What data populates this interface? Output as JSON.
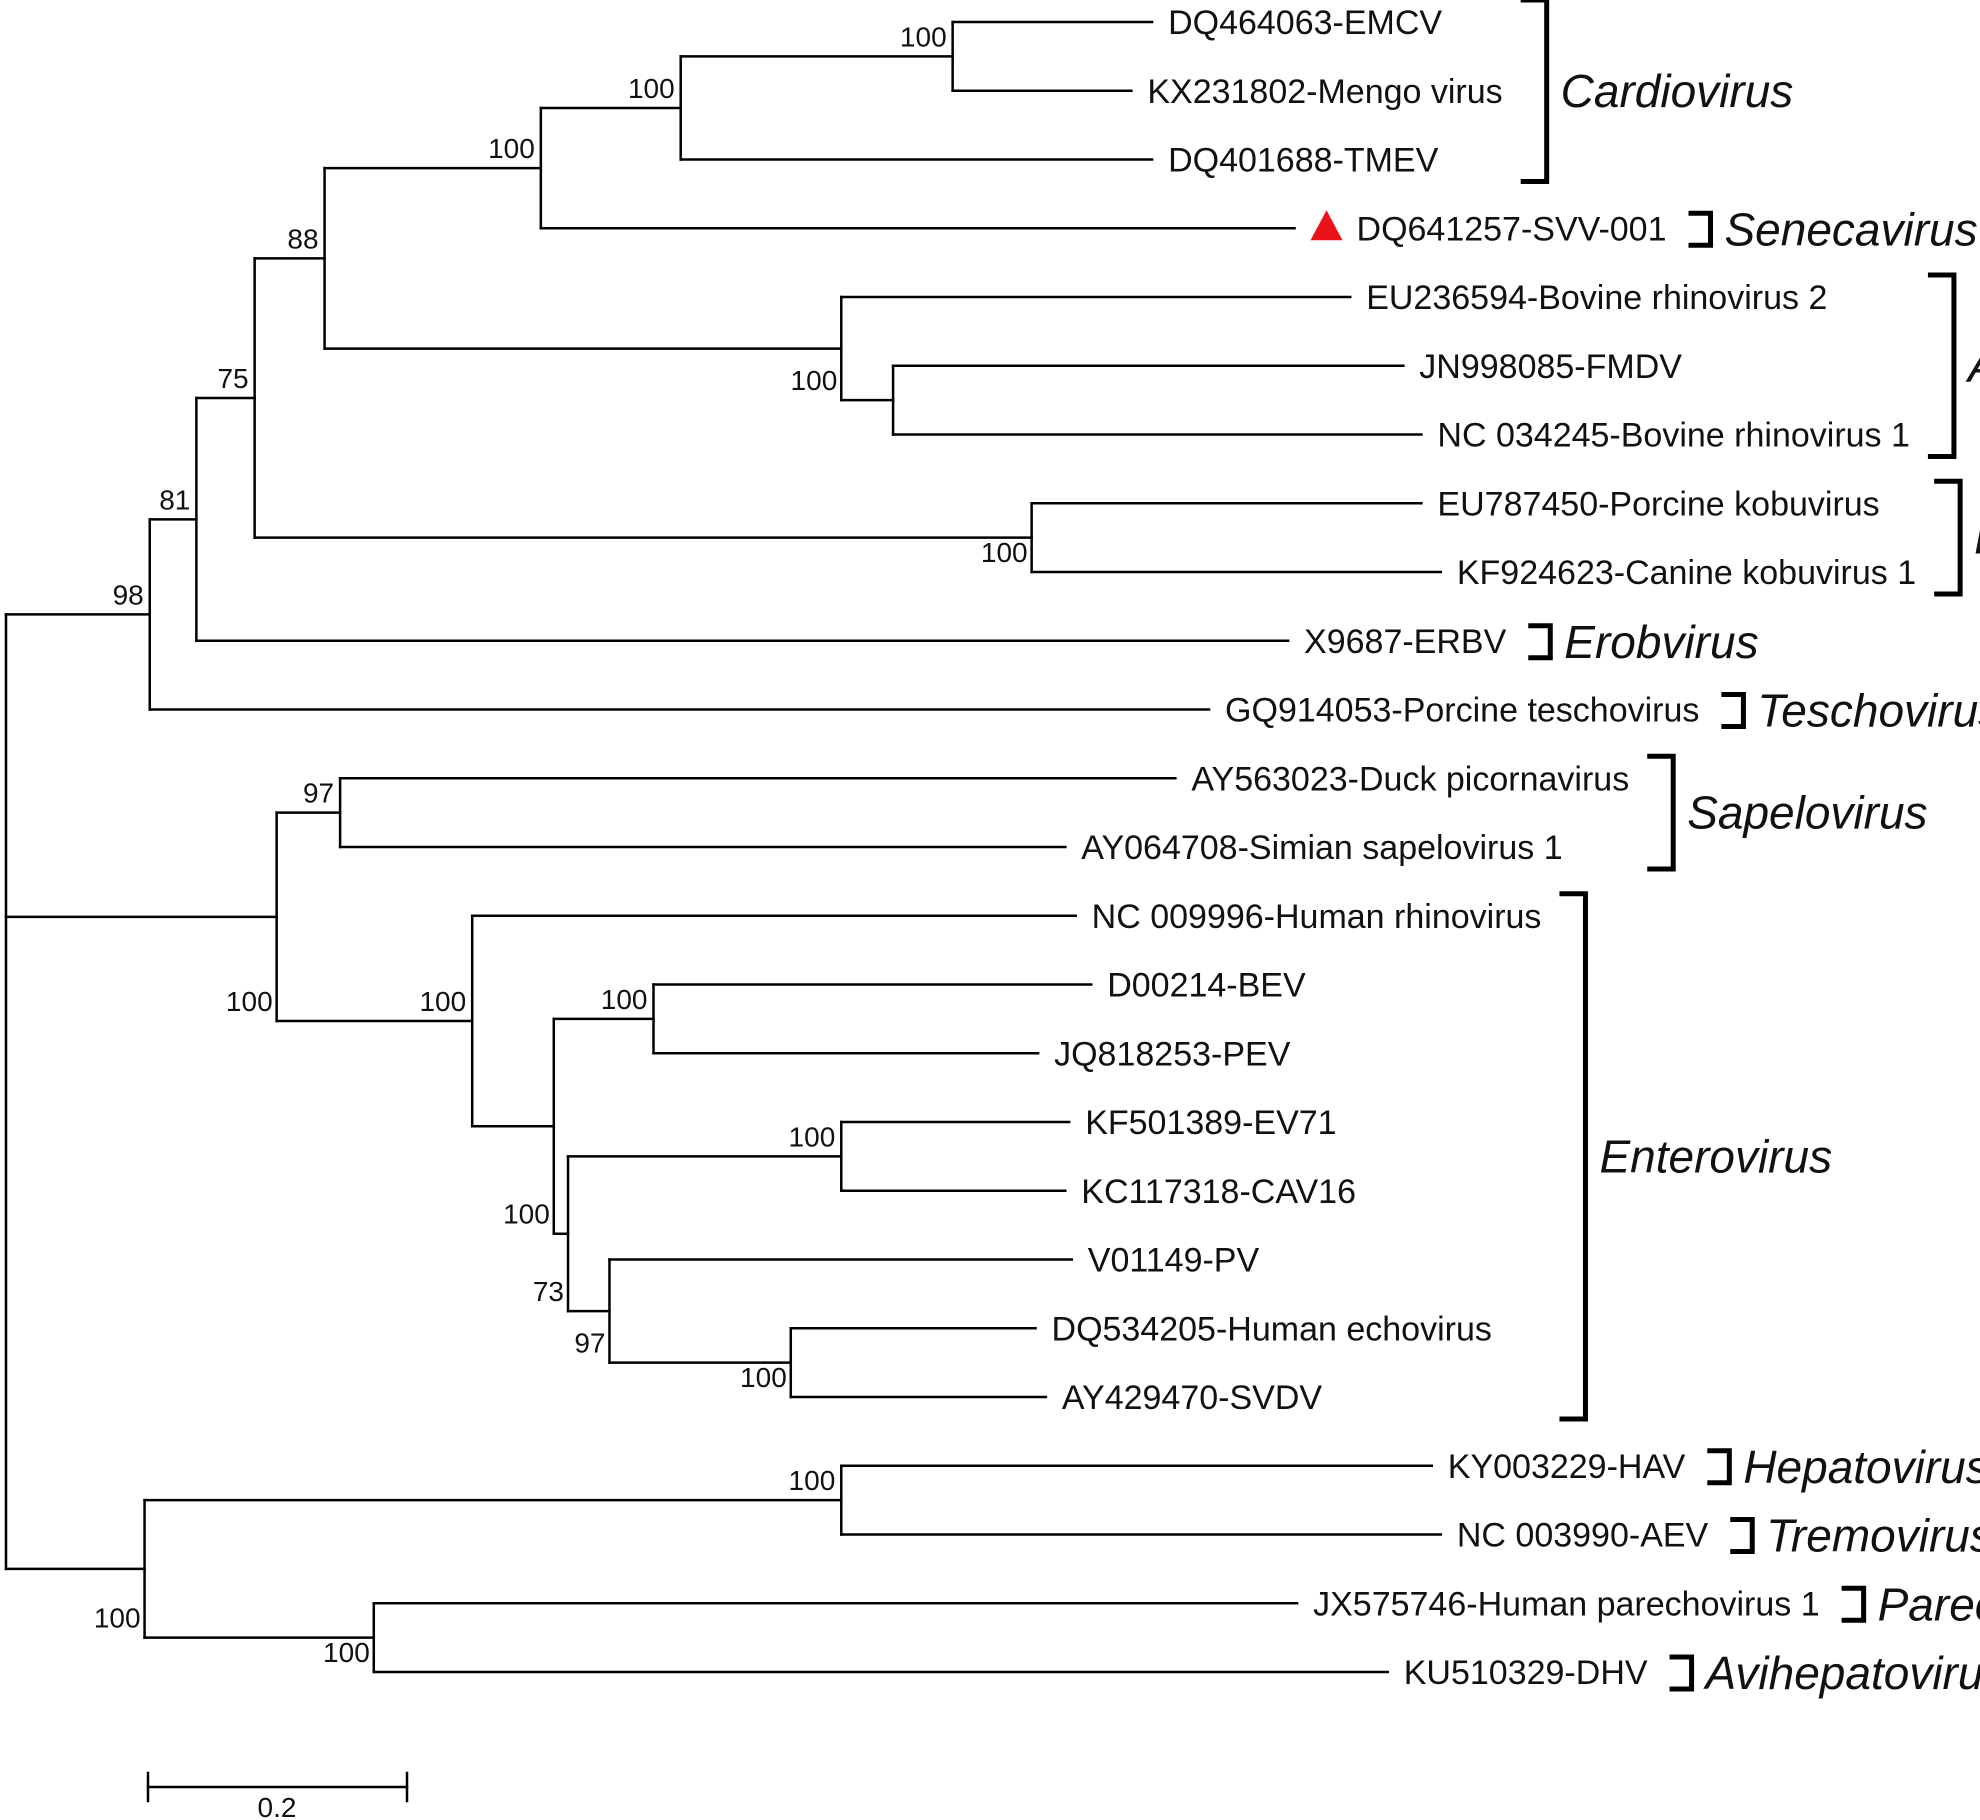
{
  "colors": {
    "branch": "#000000",
    "marker": "#e8141a",
    "text": "#111111"
  },
  "scale_bar": {
    "label": "0.2",
    "length": 0.2
  },
  "marker": {
    "icon": "red-triangle-icon",
    "taxon": "DQ641257-SVV-001"
  },
  "taxa": [
    "DQ464063-EMCV",
    "KX231802-Mengo virus",
    "DQ401688-TMEV",
    "DQ641257-SVV-001",
    "EU236594-Bovine rhinovirus 2",
    "JN998085-FMDV",
    "NC 034245-Bovine rhinovirus 1",
    "EU787450-Porcine kobuvirus",
    "KF924623-Canine kobuvirus 1",
    "X9687-ERBV",
    "GQ914053-Porcine teschovirus",
    "AY563023-Duck picornavirus",
    "AY064708-Simian sapelovirus 1",
    "NC 009996-Human rhinovirus",
    "D00214-BEV",
    "JQ818253-PEV",
    "KF501389-EV71",
    "KC117318-CAV16",
    "V01149-PV",
    "DQ534205-Human echovirus",
    "AY429470-SVDV",
    "KY003229-HAV",
    "NC 003990-AEV",
    "JX575746-Human parechovirus 1",
    "KU510329-DHV"
  ],
  "genera": [
    {
      "name": "Cardiovirus",
      "first": 0,
      "last": 2
    },
    {
      "name": "Senecavirus",
      "first": 3,
      "last": 3
    },
    {
      "name": "Aphthovirus",
      "first": 4,
      "last": 6
    },
    {
      "name": "Kobuvirus",
      "first": 7,
      "last": 8
    },
    {
      "name": "Erobvirus",
      "first": 9,
      "last": 9
    },
    {
      "name": "Teschovirus",
      "first": 10,
      "last": 10
    },
    {
      "name": "Sapelovirus",
      "first": 11,
      "last": 12
    },
    {
      "name": "Enterovirus",
      "first": 13,
      "last": 20
    },
    {
      "name": "Hepatovirus",
      "first": 21,
      "last": 21
    },
    {
      "name": "Tremovirus",
      "first": 22,
      "last": 22
    },
    {
      "name": "Parechovirus",
      "first": 23,
      "last": 23
    },
    {
      "name": "Avihepatovirus",
      "first": 24,
      "last": 24
    }
  ],
  "tree": {
    "id": "root",
    "x": 0.0,
    "children": [
      {
        "id": "n98",
        "x": 0.111,
        "support": "98",
        "children": [
          {
            "id": "n81",
            "x": 0.147,
            "support": "81",
            "children": [
              {
                "id": "n75",
                "x": 0.192,
                "support": "75",
                "children": [
                  {
                    "id": "n88",
                    "x": 0.246,
                    "support": "88",
                    "children": [
                      {
                        "id": "n100c",
                        "x": 0.413,
                        "support": "100",
                        "children": [
                          {
                            "id": "n100b",
                            "x": 0.521,
                            "support": "100",
                            "children": [
                              {
                                "id": "n100a",
                                "x": 0.731,
                                "support": "100",
                                "children": [
                                  {
                                    "tip": 0,
                                    "x": 0.885
                                  },
                                  {
                                    "tip": 1,
                                    "x": 0.869
                                  }
                                ]
                              },
                              {
                                "tip": 2,
                                "x": 0.885
                              }
                            ]
                          },
                          {
                            "tip": 3,
                            "x": 0.995
                          }
                        ]
                      },
                      {
                        "id": "n100d",
                        "x": 0.645,
                        "support": "100",
                        "children": [
                          {
                            "tip": 4,
                            "x": 1.038
                          },
                          {
                            "id": "n_aph",
                            "x": 0.685,
                            "children": [
                              {
                                "tip": 5,
                                "x": 1.079
                              },
                              {
                                "tip": 6,
                                "x": 1.093
                              }
                            ]
                          }
                        ]
                      }
                    ]
                  },
                  {
                    "id": "n100e",
                    "x": 0.792,
                    "support": "100",
                    "children": [
                      {
                        "tip": 7,
                        "x": 1.093
                      },
                      {
                        "tip": 8,
                        "x": 1.108
                      }
                    ]
                  }
                ]
              },
              {
                "tip": 9,
                "x": 0.99
              }
            ]
          },
          {
            "tip": 10,
            "x": 0.929
          }
        ]
      },
      {
        "id": "n100f",
        "x": 0.209,
        "support": "100",
        "children": [
          {
            "id": "n97a",
            "x": 0.258,
            "support": "97",
            "children": [
              {
                "tip": 11,
                "x": 0.903
              },
              {
                "tip": 12,
                "x": 0.818
              }
            ]
          },
          {
            "id": "n100g",
            "x": 0.36,
            "support": "100",
            "children": [
              {
                "tip": 13,
                "x": 0.826
              },
              {
                "id": "n100h",
                "x": 0.423,
                "support": "100",
                "children": [
                  {
                    "id": "n100i",
                    "x": 0.5,
                    "support": "100",
                    "children": [
                      {
                        "tip": 14,
                        "x": 0.838
                      },
                      {
                        "tip": 15,
                        "x": 0.797
                      }
                    ]
                  },
                  {
                    "id": "n73",
                    "x": 0.434,
                    "support": "73",
                    "children": [
                      {
                        "id": "n100j",
                        "x": 0.645,
                        "support": "100",
                        "children": [
                          {
                            "tip": 16,
                            "x": 0.821
                          },
                          {
                            "tip": 17,
                            "x": 0.818
                          }
                        ]
                      },
                      {
                        "id": "n97b",
                        "x": 0.466,
                        "support": "97",
                        "children": [
                          {
                            "tip": 18,
                            "x": 0.823
                          },
                          {
                            "id": "n100k",
                            "x": 0.606,
                            "support": "100",
                            "children": [
                              {
                                "tip": 19,
                                "x": 0.795
                              },
                              {
                                "tip": 20,
                                "x": 0.803
                              }
                            ]
                          }
                        ]
                      }
                    ]
                  }
                ]
              }
            ]
          }
        ]
      },
      {
        "id": "n100l",
        "x": 0.107,
        "support": "100",
        "children": [
          {
            "id": "n100m",
            "x": 0.645,
            "support": "100",
            "children": [
              {
                "tip": 21,
                "x": 1.101
              },
              {
                "tip": 22,
                "x": 1.108
              }
            ]
          },
          {
            "id": "n100n",
            "x": 0.284,
            "support": "100",
            "children": [
              {
                "tip": 23,
                "x": 0.997
              },
              {
                "tip": 24,
                "x": 1.067
              }
            ]
          }
        ]
      }
    ]
  }
}
